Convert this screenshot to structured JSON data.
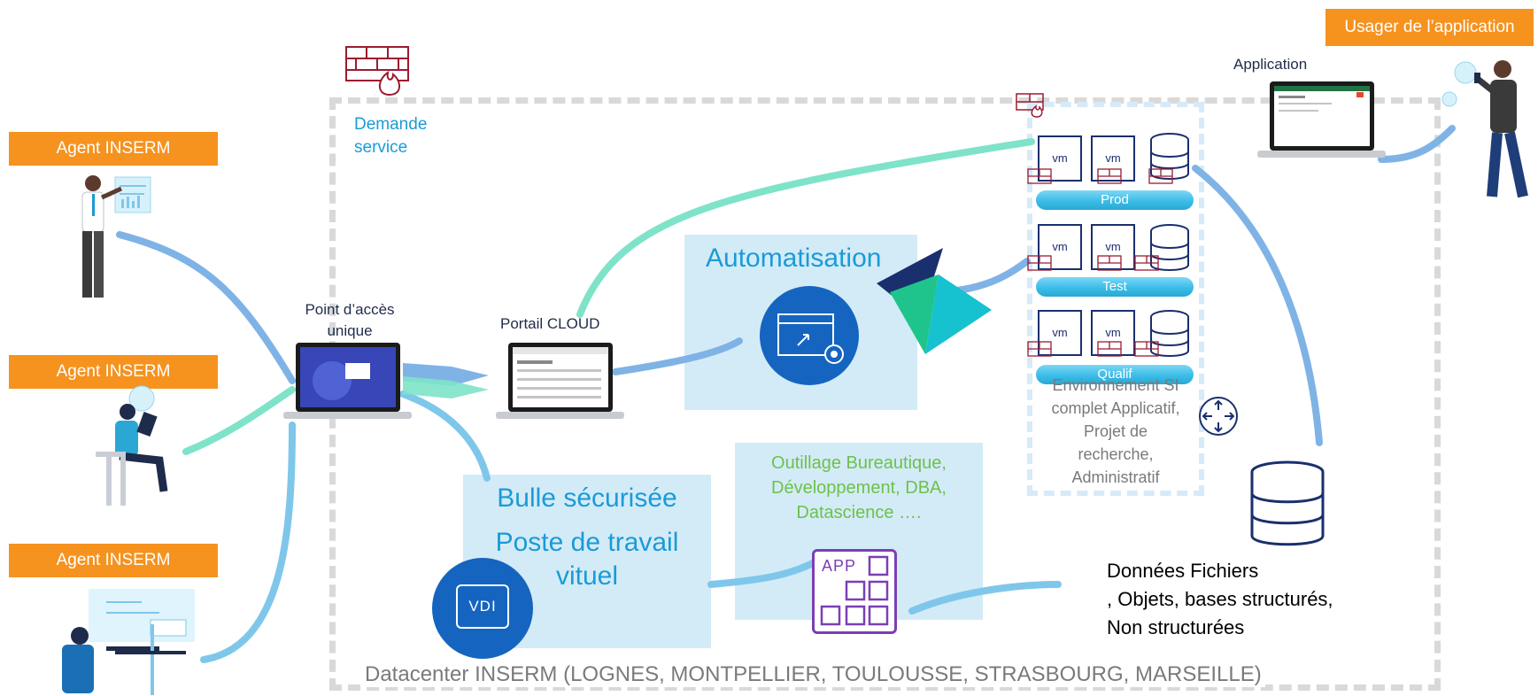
{
  "agents": [
    {
      "label": "Agent INSERM"
    },
    {
      "label": "Agent INSERM"
    },
    {
      "label": "Agent INSERM"
    }
  ],
  "user_label": "Usager de l’application",
  "application_label": "Application",
  "demande_service": [
    "Demande",
    "service"
  ],
  "point_acces": [
    "Point d’accès",
    "unique"
  ],
  "portail_cloud": "Portail CLOUD",
  "automatisation": "Automatisation",
  "environments": [
    {
      "name": "Prod"
    },
    {
      "name": "Test"
    },
    {
      "name": "Qualif"
    }
  ],
  "vm_label": "vm",
  "env_description": [
    "Environnement SI",
    "complet Applicatif,",
    "Projet de",
    "recherche,",
    "Administratif"
  ],
  "outillage": [
    "Outillage Bureautique,",
    "Développement, DBA,",
    "Datascience …."
  ],
  "bulle": "Bulle sécurisée",
  "poste": [
    "Poste de travail",
    "vituel"
  ],
  "vdi": "VDI",
  "app_icon_label": "APP",
  "donnees": [
    "Données Fichiers",
    ", Objets, bases structurés,",
    "Non structurées"
  ],
  "datacenter": "Datacenter INSERM (LOGNES, MONTPELLIER, TOULOUSSE, STRASBOURG, MARSEILLE)",
  "colors": {
    "orange": "#f6921e",
    "teal_flow": "#7ee3c9",
    "blue_flow": "#7fb3e6",
    "light_box": "#d3ebf7",
    "dark_blue": "#1a2f6e",
    "accent_blue": "#1565c0",
    "firewall": "#9b1b30",
    "green_text": "#6cc24a"
  }
}
